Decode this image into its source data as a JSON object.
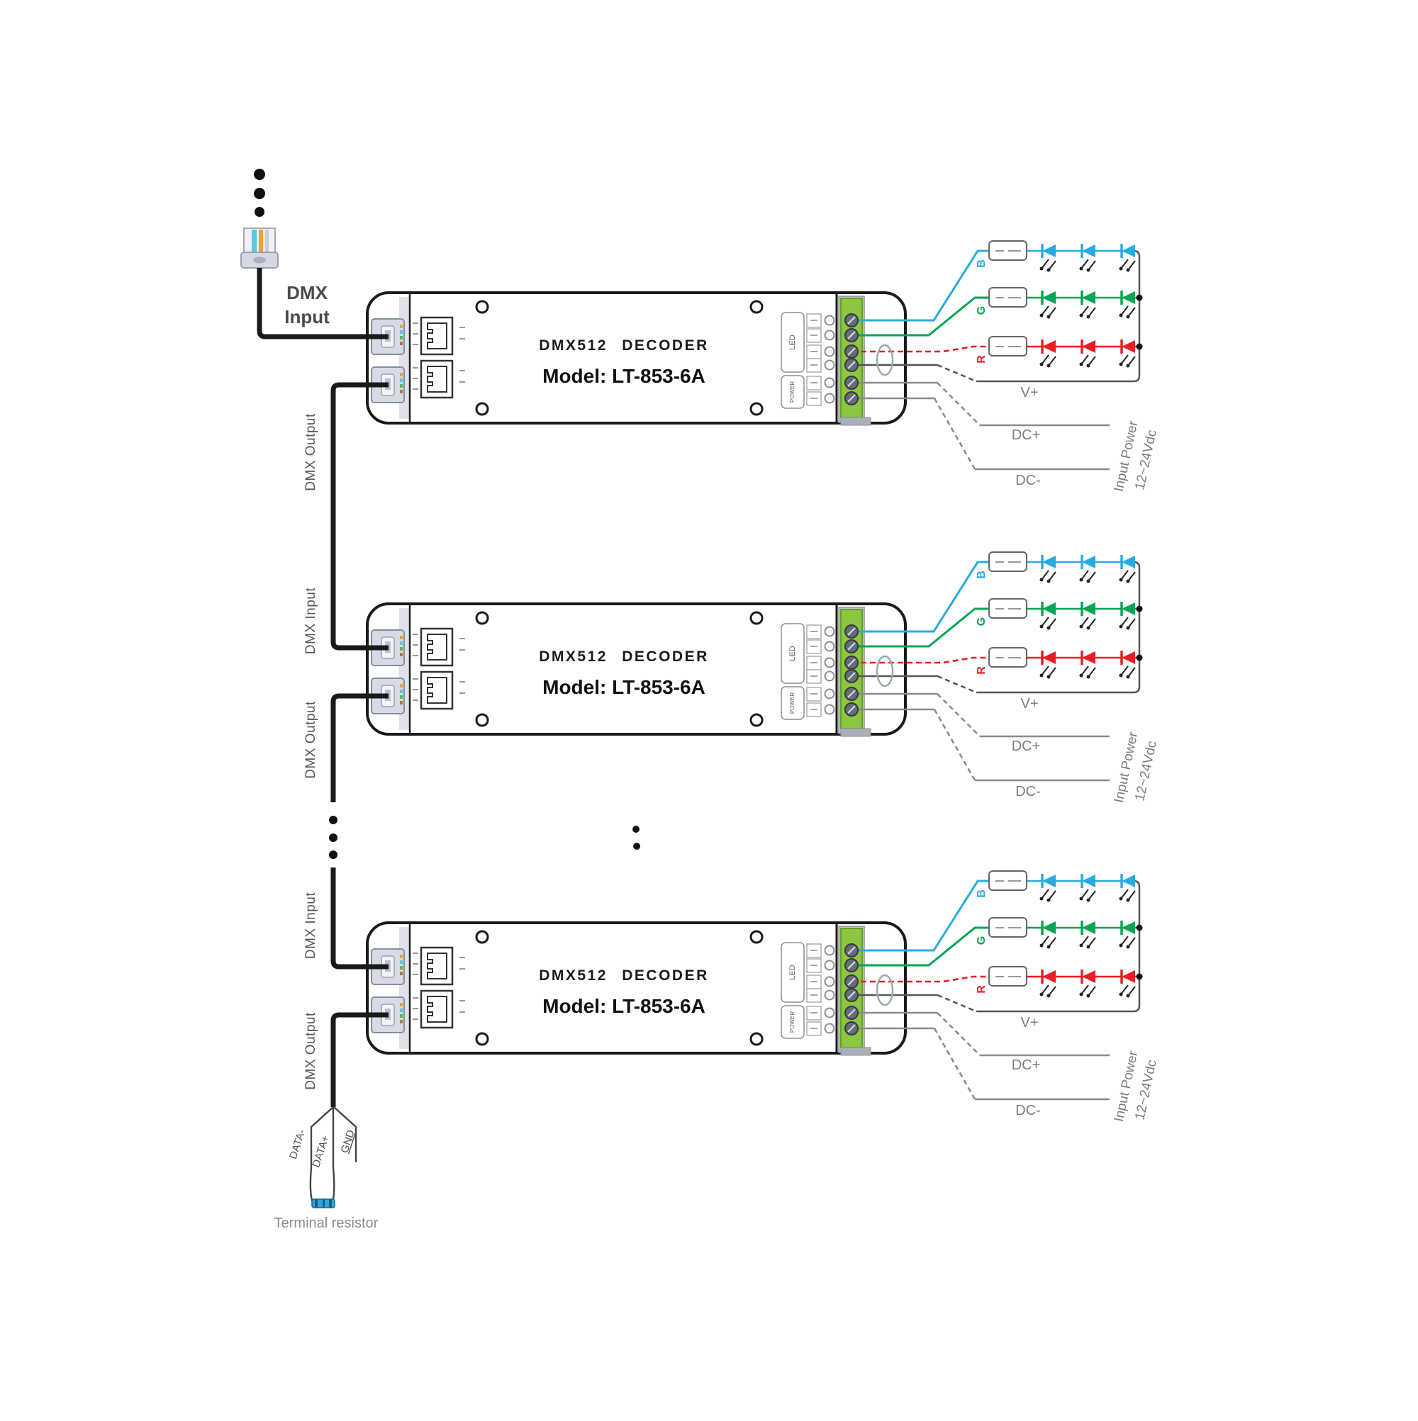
{
  "diagram": {
    "kind": "DMX512 decoder daisy-chain wiring diagram",
    "decoder_count": 3
  },
  "decoder": {
    "title": "DMX512 DECODER",
    "model": "Model: LT-853-6A"
  },
  "labels": {
    "dmx_top1": "DMX",
    "dmx_top2": "Input",
    "dmx_input": "DMX Input",
    "dmx_output": "DMX Output",
    "port_led": "LED",
    "port_power": "POWER",
    "ch_b": "B",
    "ch_g": "G",
    "ch_r": "R",
    "v_plus": "V+",
    "dc_plus": "DC+",
    "dc_minus": "DC-",
    "input_power1": "Input Power",
    "input_power2": "12~24Vdc",
    "data_minus": "DATA-",
    "data_plus": "DATA+",
    "gnd": "GND",
    "terminal_resistor": "Terminal resistor"
  },
  "colors": {
    "channel_blue": "#29abe2",
    "channel_green": "#00a651",
    "channel_red": "#ed1c24",
    "terminal_block_green": "#8dc63f",
    "cable_black": "#1a1a1a",
    "wire_gray": "#8a8a8a",
    "label_gray": "#7d7d7d",
    "resistor_blue": "#2fa8dc"
  },
  "icons": {
    "rj45_connector": "rj45-plug-icon",
    "rj45_jack": "rj45-jack-icon",
    "led": "led-diode-icon",
    "screw_terminal": "screw-terminal-icon",
    "mounting_hole": "mounting-hole-icon",
    "cable_tie": "cable-tie-oval-icon",
    "terminal_resistor": "terminal-resistor-icon",
    "ellipsis": "ellipsis-dots-icon"
  }
}
